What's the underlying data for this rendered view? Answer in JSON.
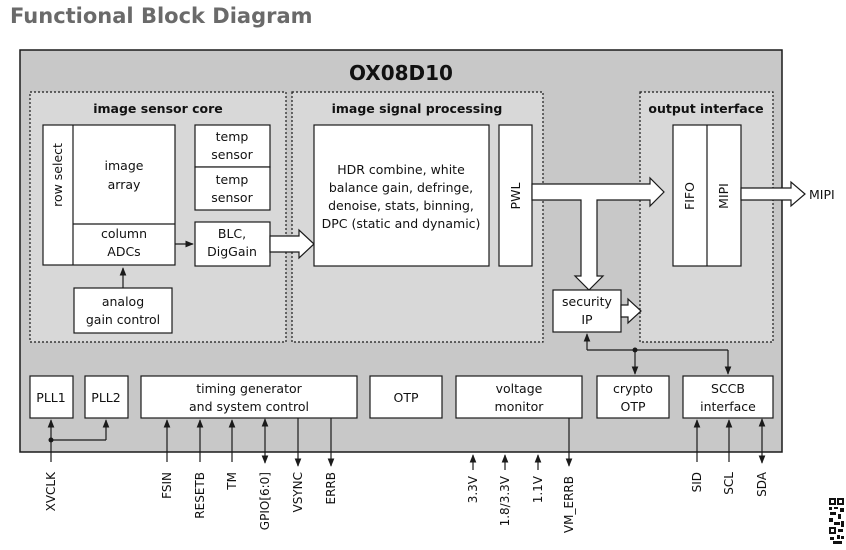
{
  "page_title": "Functional Block Diagram",
  "chip_name": "OX08D10",
  "sensor_core": {
    "title": "image sensor core",
    "row_select": "row select",
    "image_array": [
      "image",
      "array"
    ],
    "column_adcs": [
      "column",
      "ADCs"
    ],
    "analog_gain": [
      "analog",
      "gain control"
    ],
    "temp_sensor_1": [
      "temp",
      "sensor"
    ],
    "temp_sensor_2": [
      "temp",
      "sensor"
    ],
    "blc": [
      "BLC,",
      "DigGain"
    ]
  },
  "isp": {
    "title": "image signal processing",
    "main_lines": [
      "HDR combine, white",
      "balance gain, defringe,",
      "denoise, stats, binning,",
      "DPC (static and dynamic)"
    ],
    "pwl": "PWL",
    "security_ip": [
      "security",
      "IP"
    ]
  },
  "output_interface": {
    "title": "output interface",
    "fifo": "FIFO",
    "mipi": "MIPI",
    "mipi_out": "MIPI"
  },
  "bottom_blocks": {
    "pll1": "PLL1",
    "pll2": "PLL2",
    "timing": [
      "timing generator",
      "and system control"
    ],
    "otp": "OTP",
    "voltage": [
      "voltage",
      "monitor"
    ],
    "crypto": [
      "crypto",
      "OTP"
    ],
    "sccb": [
      "SCCB",
      "interface"
    ]
  },
  "pins": [
    "XVCLK",
    "FSIN",
    "RESETB",
    "TM",
    "GPIO[6:0]",
    "VSYNC",
    "ERRB",
    "3.3V",
    "1.8/3.3V",
    "1.1V",
    "VM_ERRB",
    "SID",
    "SCL",
    "SDA"
  ],
  "colors": {
    "chip_fill": "#c8c8c8",
    "region_fill": "#d8d8d8",
    "block_fill": "#ffffff",
    "stroke": "#1a1a1a",
    "title_gray": "#6a6a6a"
  },
  "icons": [
    "qr-code-icon"
  ]
}
